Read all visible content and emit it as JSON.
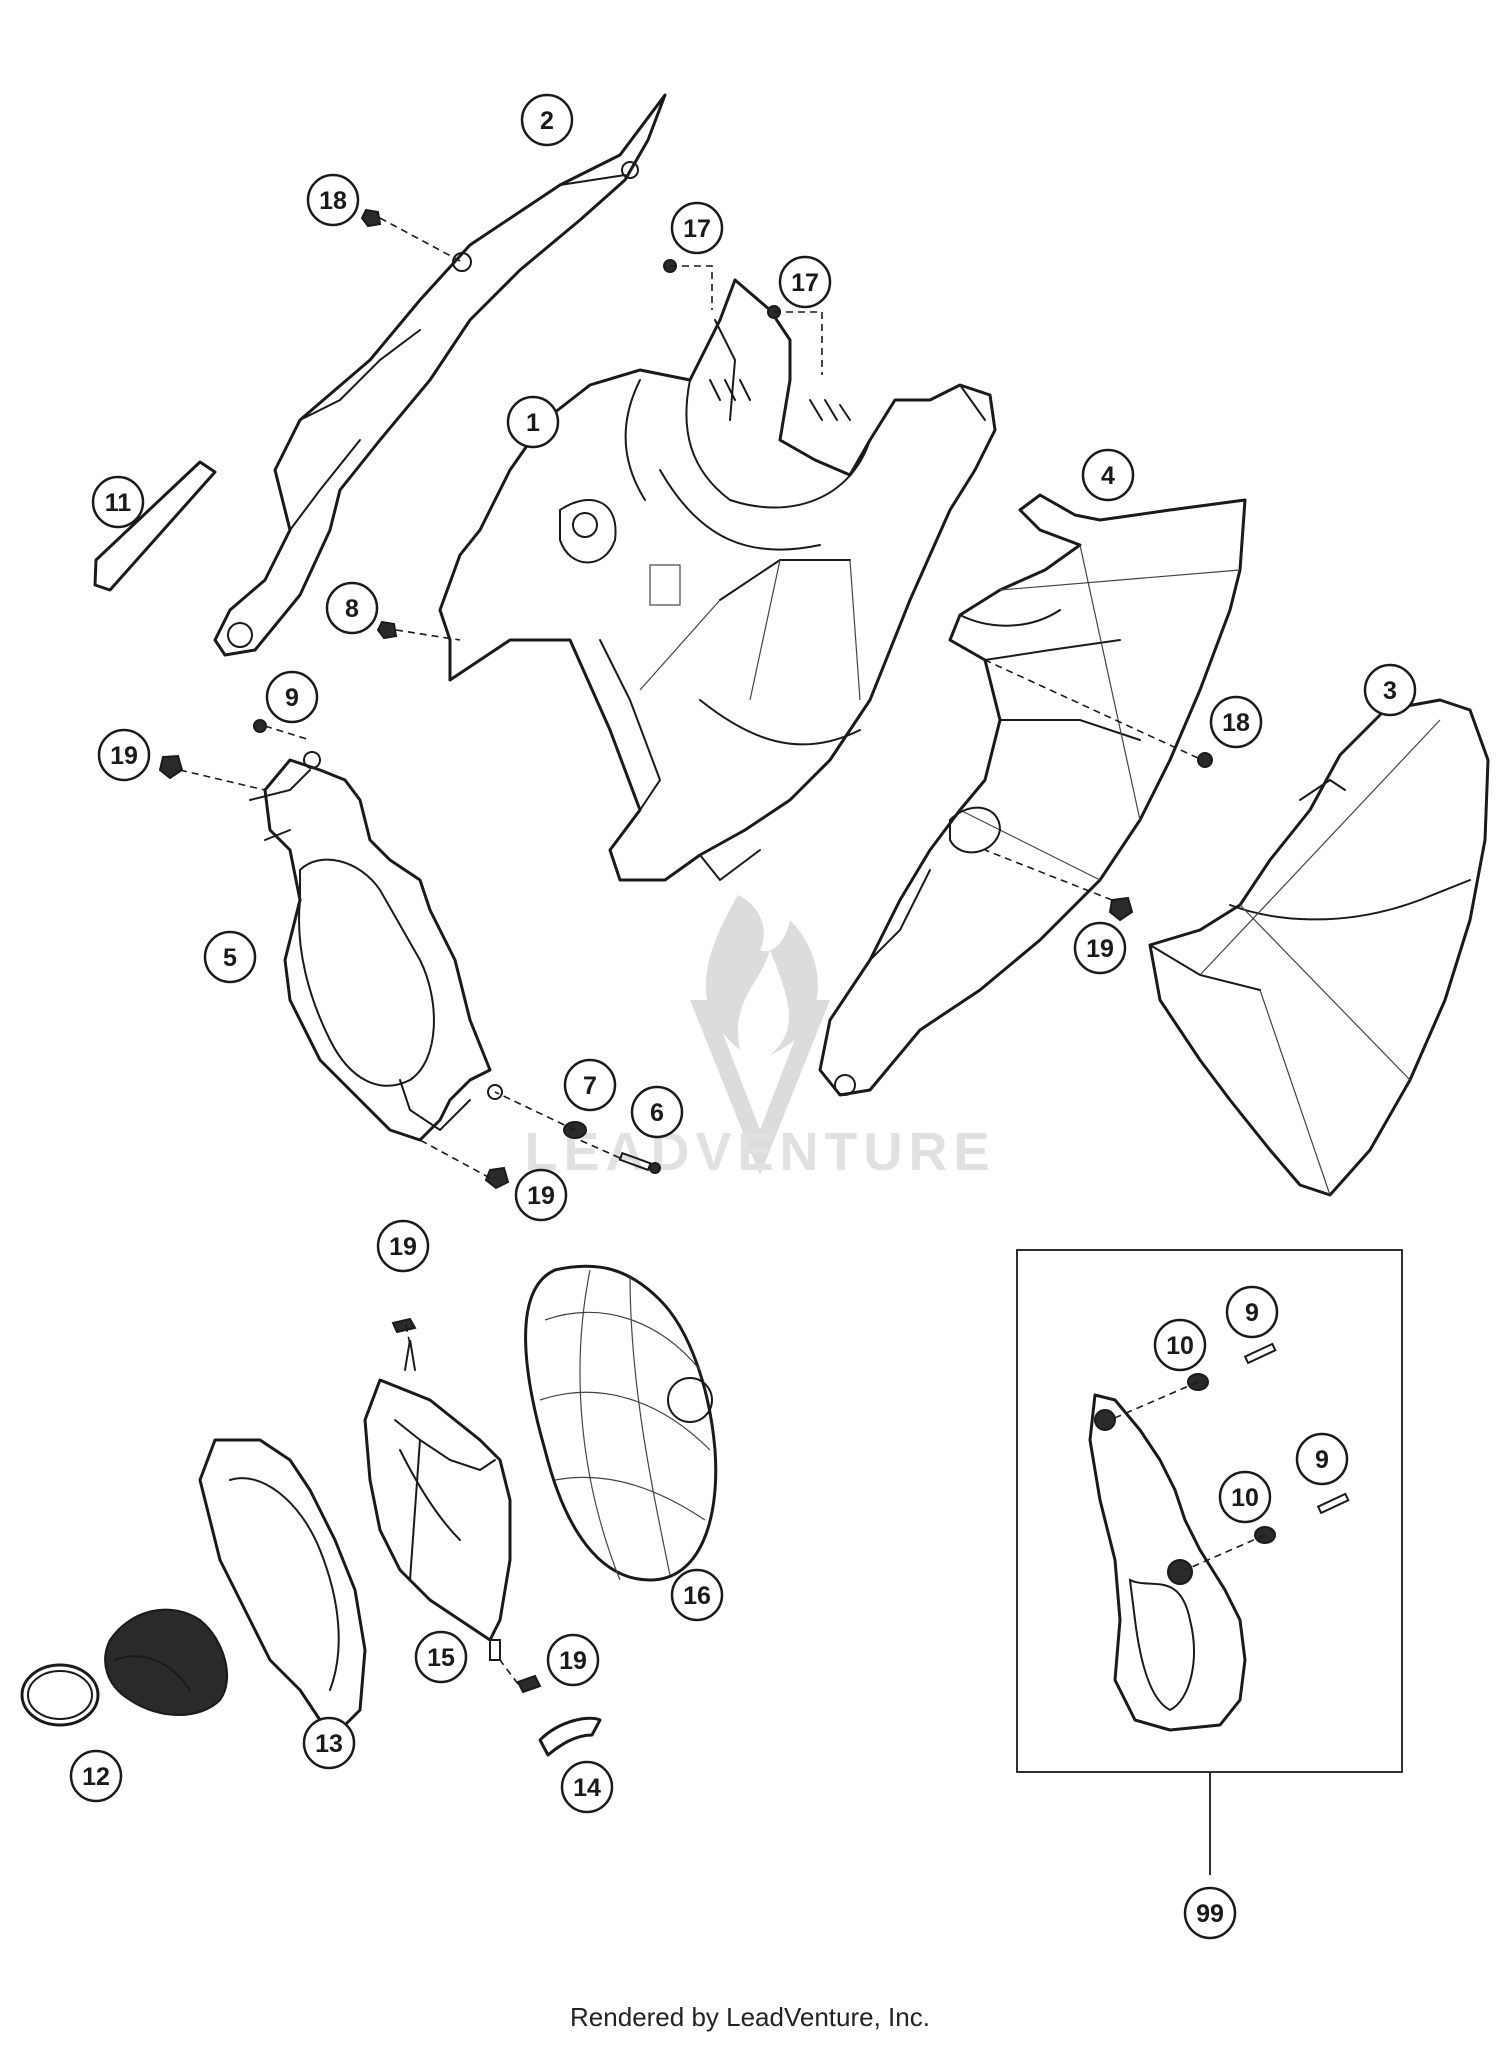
{
  "diagram": {
    "watermark_text": "LEADVENTURE",
    "callouts": [
      {
        "id": "c-2",
        "label": "2"
      },
      {
        "id": "c-18-top",
        "label": "18"
      },
      {
        "id": "c-17-a",
        "label": "17"
      },
      {
        "id": "c-17-b",
        "label": "17"
      },
      {
        "id": "c-1",
        "label": "1"
      },
      {
        "id": "c-4",
        "label": "4"
      },
      {
        "id": "c-11",
        "label": "11"
      },
      {
        "id": "c-8",
        "label": "8"
      },
      {
        "id": "c-9-top",
        "label": "9"
      },
      {
        "id": "c-19-left",
        "label": "19"
      },
      {
        "id": "c-18-right",
        "label": "18"
      },
      {
        "id": "c-3",
        "label": "3"
      },
      {
        "id": "c-5",
        "label": "5"
      },
      {
        "id": "c-19-mid",
        "label": "19"
      },
      {
        "id": "c-7",
        "label": "7"
      },
      {
        "id": "c-6",
        "label": "6"
      },
      {
        "id": "c-19-low",
        "label": "19"
      },
      {
        "id": "c-19-clip",
        "label": "19"
      },
      {
        "id": "c-10-a",
        "label": "10"
      },
      {
        "id": "c-9-a",
        "label": "9"
      },
      {
        "id": "c-10-b",
        "label": "10"
      },
      {
        "id": "c-9-b",
        "label": "9"
      },
      {
        "id": "c-16",
        "label": "16"
      },
      {
        "id": "c-15",
        "label": "15"
      },
      {
        "id": "c-19-bot",
        "label": "19"
      },
      {
        "id": "c-13",
        "label": "13"
      },
      {
        "id": "c-12",
        "label": "12"
      },
      {
        "id": "c-14",
        "label": "14"
      },
      {
        "id": "c-99",
        "label": "99"
      }
    ]
  },
  "footer": {
    "text": "Rendered by LeadVenture, Inc."
  }
}
